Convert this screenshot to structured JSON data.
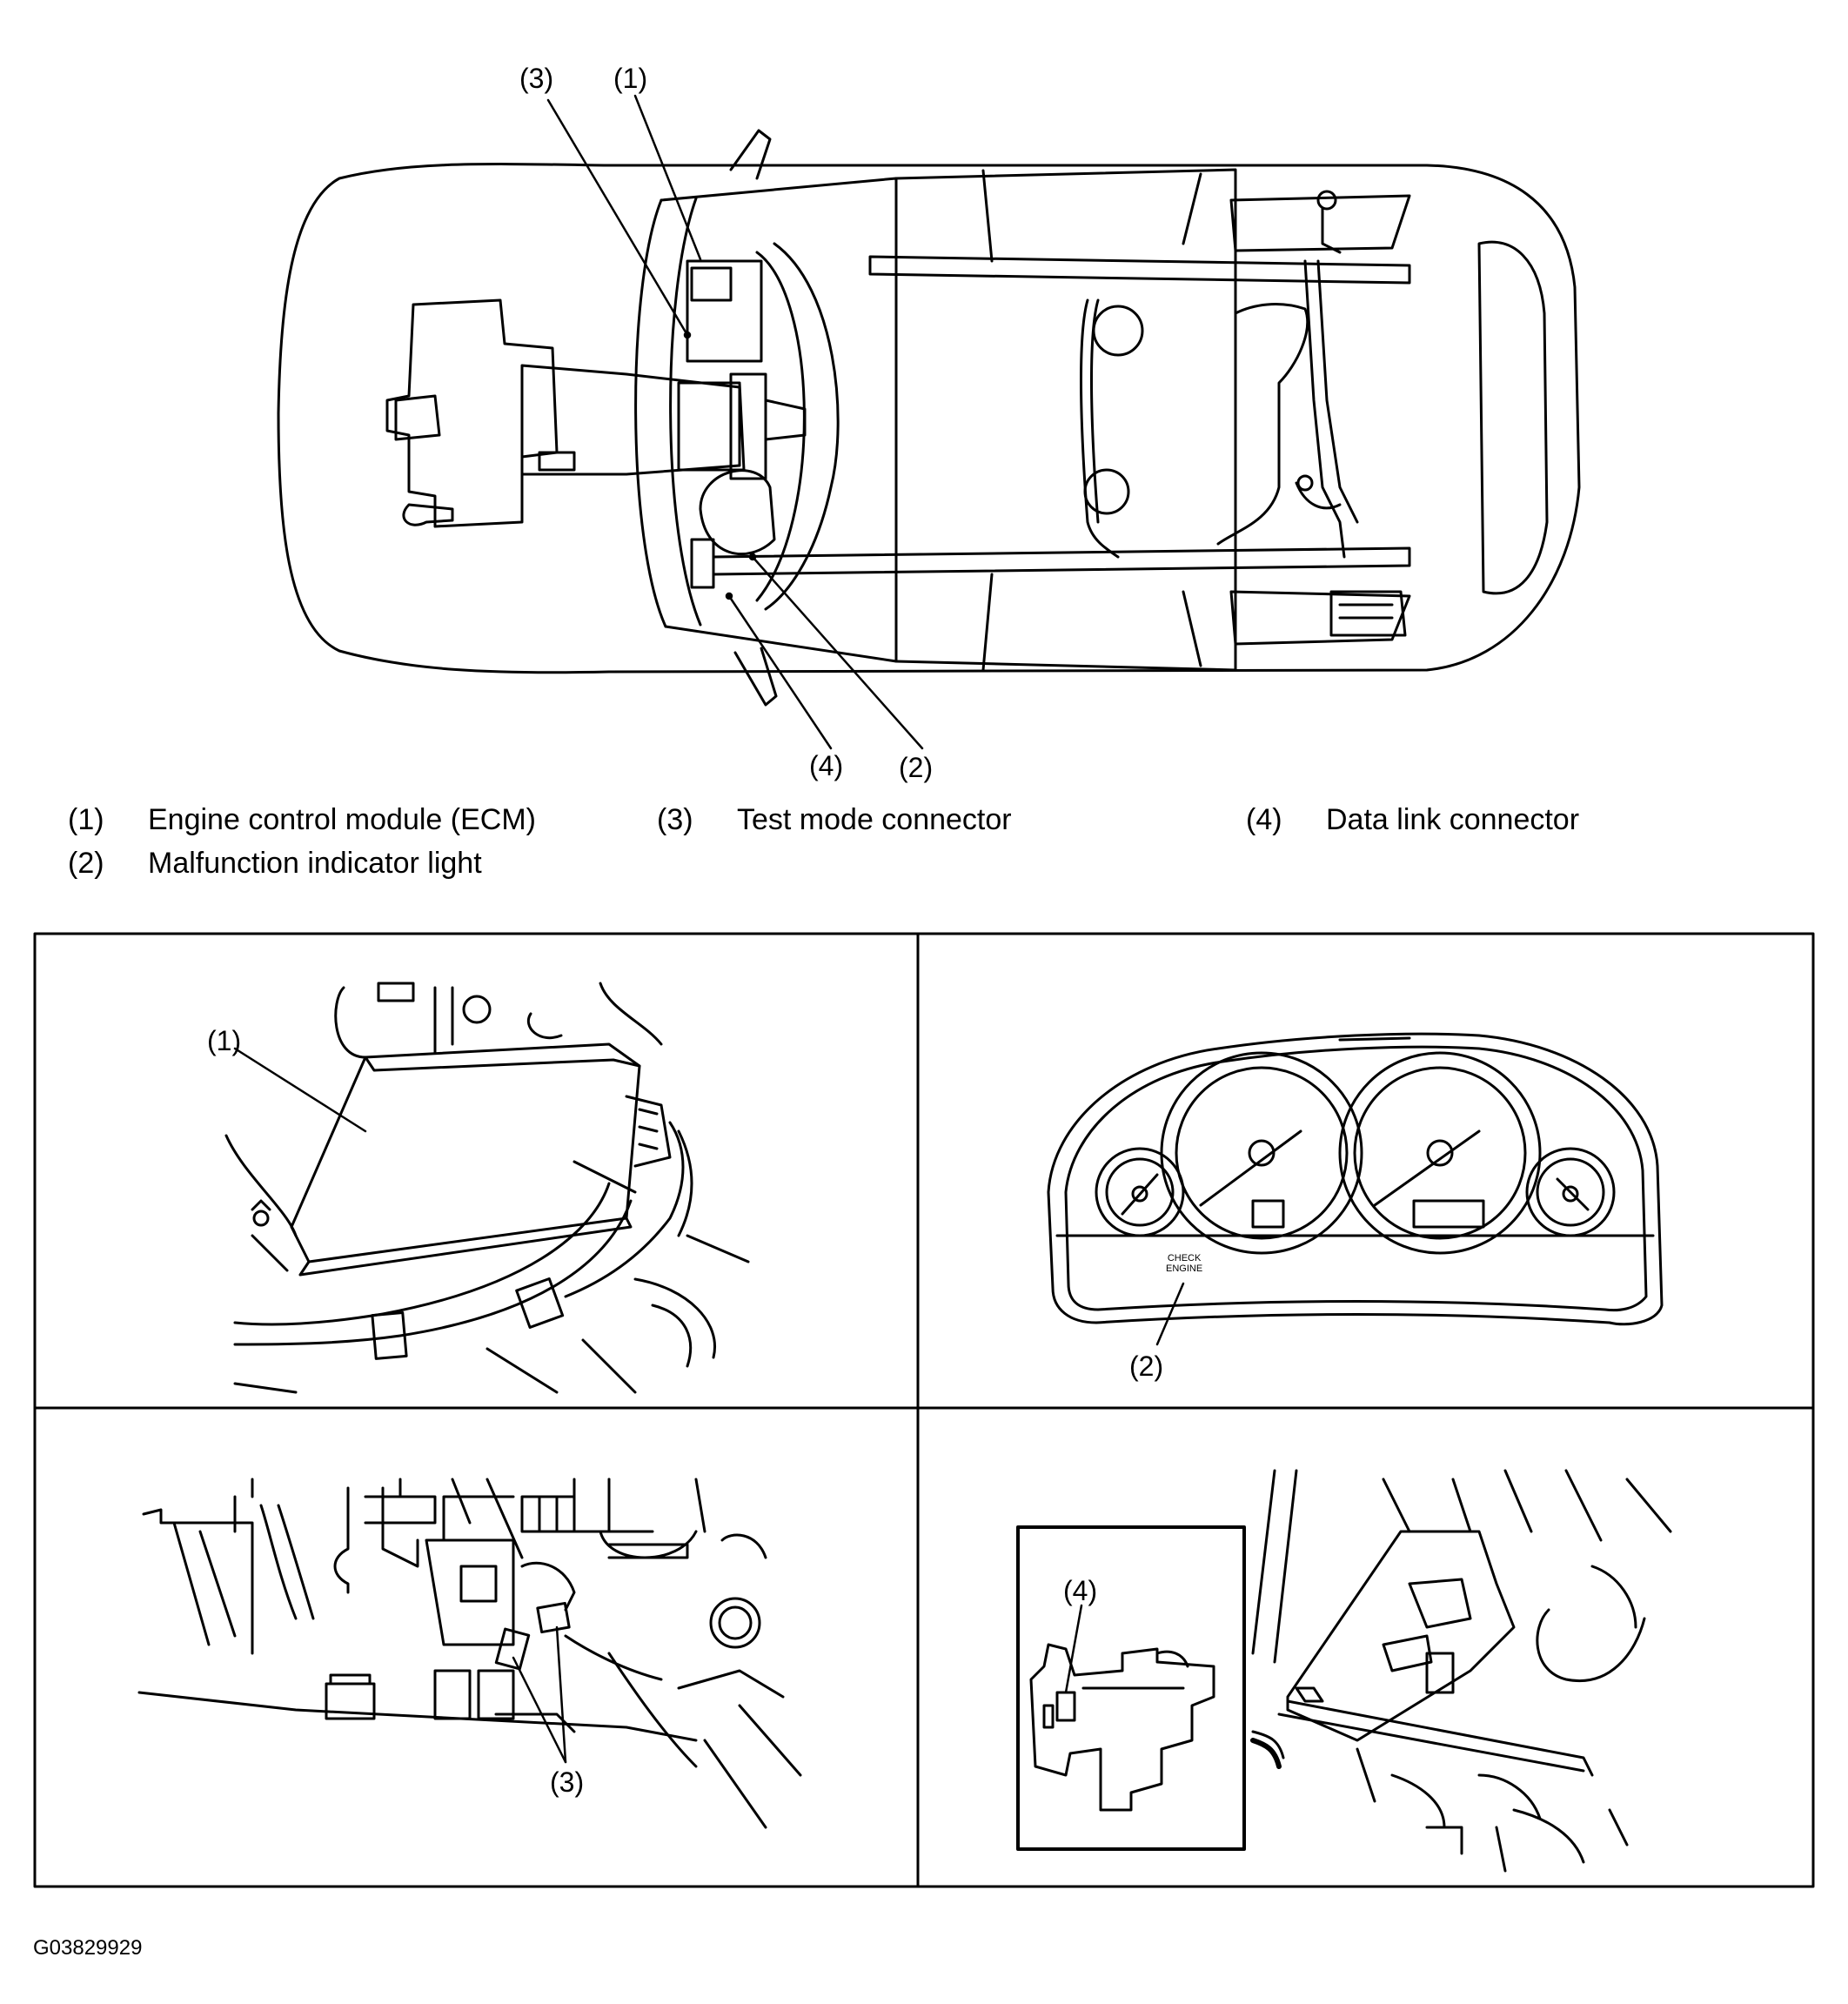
{
  "callouts": {
    "top_ecm": "(1)",
    "top_mil": "(2)",
    "top_test": "(3)",
    "top_dlc": "(4)",
    "p1": "(1)",
    "p2": "(2)",
    "p3": "(3)",
    "p4": "(4)"
  },
  "legend": [
    {
      "num": "(1)",
      "text": "Engine control module (ECM)"
    },
    {
      "num": "(2)",
      "text": "Malfunction indicator light"
    },
    {
      "num": "(3)",
      "text": "Test mode connector"
    },
    {
      "num": "(4)",
      "text": "Data link connector"
    }
  ],
  "cluster_text": {
    "line1": "CHECK",
    "line2": "ENGINE"
  },
  "figure_id": "G03829929"
}
